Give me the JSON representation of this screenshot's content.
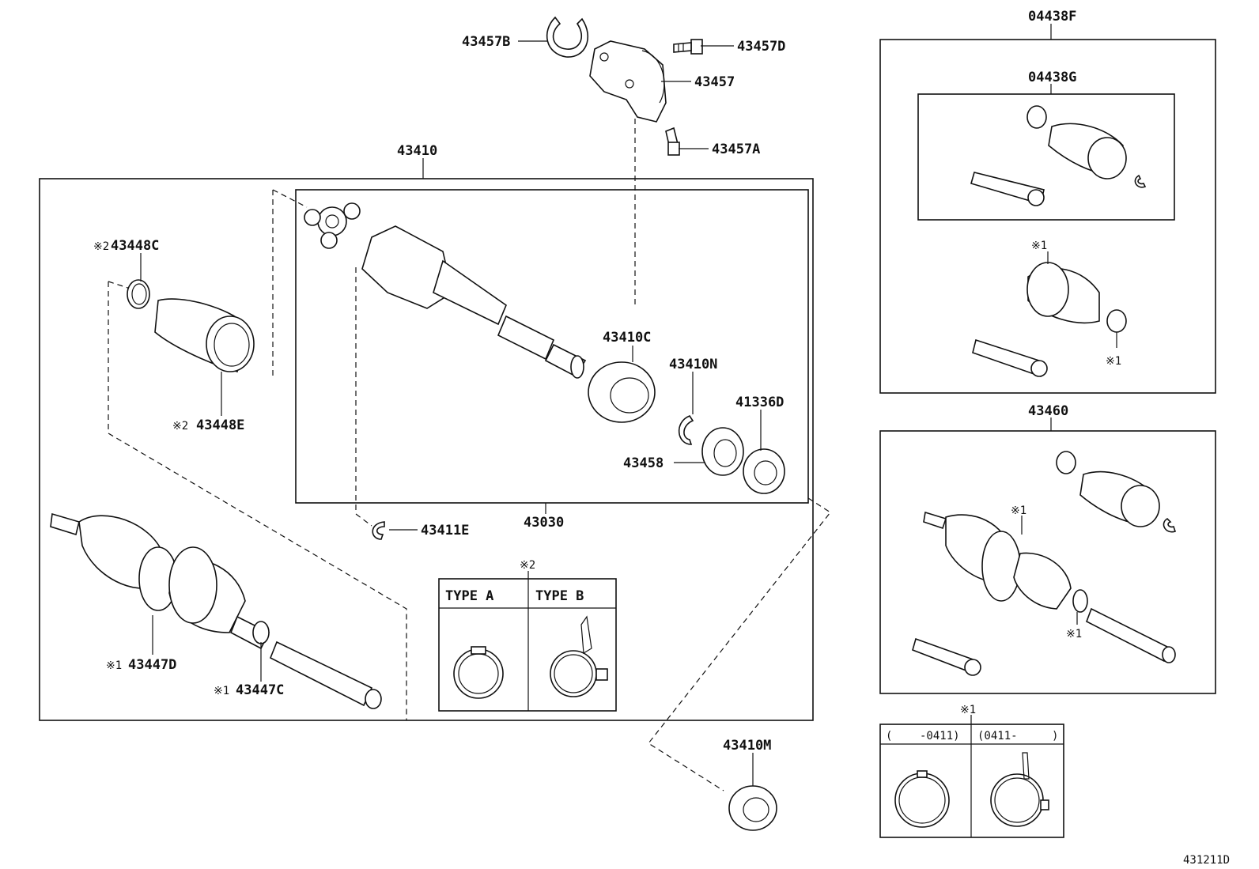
{
  "labels": {
    "p43457B": "43457B",
    "p43457D": "43457D",
    "p43457": "43457",
    "p43457A": "43457A",
    "p43410": "43410",
    "p43448C": "43448C",
    "p43448C_mark": "※2",
    "p43448E": "43448E",
    "p43448E_mark": "※2",
    "p43410C": "43410C",
    "p43410N": "43410N",
    "p41336D": "41336D",
    "p43458": "43458",
    "p43030": "43030",
    "p43411E": "43411E",
    "p43447D": "43447D",
    "p43447D_mark": "※1",
    "p43447C": "43447C",
    "p43447C_mark": "※1",
    "p43410M": "43410M",
    "p04438F": "04438F",
    "p04438G": "04438G",
    "p43460": "43460",
    "mark1_a": "※1",
    "mark1_b": "※1",
    "mark1_c": "※1",
    "mark1_d": "※1",
    "mark1_e": "※1",
    "mark2": "※2",
    "diagram_id": "431211D"
  },
  "type_table": {
    "type_a": "TYPE  A",
    "type_b": "TYPE  B"
  },
  "date_table": {
    "left_open": "(",
    "left_date": "-0411)",
    "right_date": "(0411-",
    "right_close": ")"
  }
}
